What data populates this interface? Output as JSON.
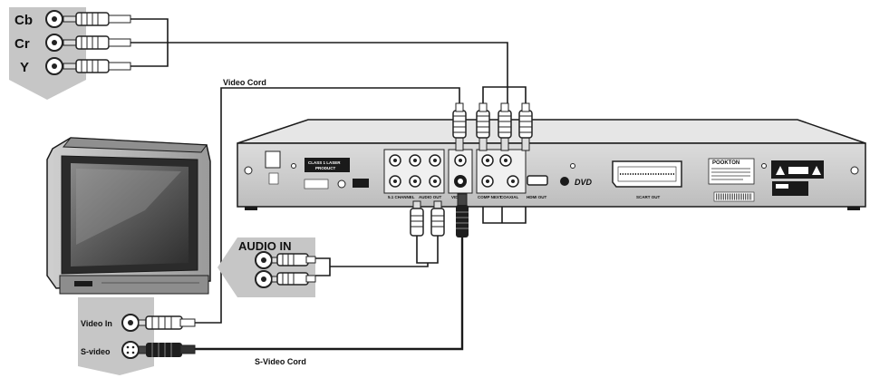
{
  "component_panel": {
    "labels": [
      "Cb",
      "Cr",
      "Y"
    ]
  },
  "audio_panel": {
    "title": "AUDIO IN"
  },
  "tv_panel": {
    "video_in_label": "Video In",
    "svideo_label": "S-video"
  },
  "cords": {
    "video_cord_label": "Video Cord",
    "svideo_cord_label": "S-Video Cord"
  },
  "player": {
    "brand": "POOKTON",
    "top_label_line1": "CLASS 1 LASER",
    "top_label_line2": "PRODUCT",
    "port_labels": {
      "channel": "5.1 CHANNEL",
      "audio_out": "AUDIO OUT",
      "video": "VIDEO",
      "comp_next": "COMP NEXT",
      "coaxial": "COAXIAL",
      "hdmi": "HDMI OUT",
      "scart": "SCART OUT",
      "dvd": "DVD"
    }
  },
  "colors": {
    "panel_gray": "#c6c6c6",
    "cable": "#1a1a1a",
    "plug_ring": "#9a9a9a"
  }
}
